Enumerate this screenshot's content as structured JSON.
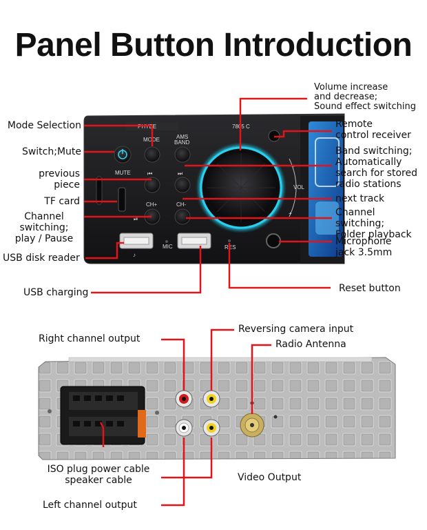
{
  "title": "Panel Button Introduction",
  "front_panel": {
    "brand": "PHYEE",
    "model": "7805 C",
    "button_marks": {
      "mode": "MODE",
      "ams_band": [
        "AMS",
        "BAND"
      ],
      "mute": "MUTE",
      "ch_plus": "CH+",
      "ch_minus": "CH-",
      "mic": "MIC",
      "res": "RES",
      "vol": "VOL"
    },
    "labels": {
      "volume": [
        "Volume increase",
        "and decrease;",
        "Sound effect switching"
      ],
      "mode_selection": "Mode Selection",
      "remote": [
        "Remote",
        "control receiver"
      ],
      "switch_mute": "Switch;Mute",
      "band_switching": [
        "Band switching;",
        "Automatically",
        "search for stored",
        "radio stations"
      ],
      "previous_piece": [
        "previous",
        "piece"
      ],
      "next_track": "next track",
      "tf_card": "TF card",
      "channel_switching_left": [
        "Channel",
        "switching;",
        "play / Pause"
      ],
      "channel_switching_right": [
        "Channel switching;",
        "Folder playback"
      ],
      "usb_reader": "USB disk reader",
      "microphone": [
        "Microphone",
        "jack 3.5mm"
      ],
      "usb_charging": "USB charging",
      "reset": "Reset button"
    }
  },
  "back_panel": {
    "labels": {
      "right_channel": "Right channel output",
      "reversing_camera": "Reversing camera input",
      "radio_antenna": "Radio Antenna",
      "iso_plug": [
        "ISO plug power cable",
        "speaker cable"
      ],
      "video_output": "Video Output",
      "left_channel": "Left channel output"
    }
  },
  "colors": {
    "pointer": "#e0151b",
    "panel": "#1b1b1d",
    "ring": "#22c6e8",
    "metal": "#b9b9b9"
  }
}
